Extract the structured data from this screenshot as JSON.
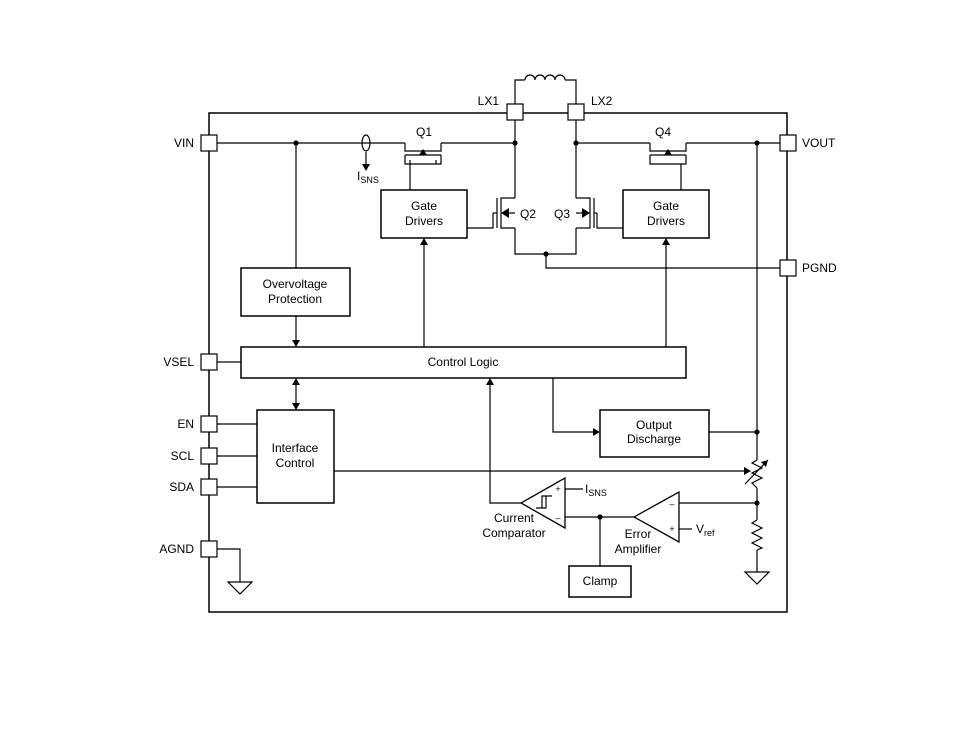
{
  "pins": {
    "vin": "VIN",
    "vsel": "VSEL",
    "en": "EN",
    "scl": "SCL",
    "sda": "SDA",
    "agnd": "AGND",
    "vout": "VOUT",
    "pgnd": "PGND",
    "lx1": "LX1",
    "lx2": "LX2"
  },
  "transistors": {
    "q1": "Q1",
    "q2": "Q2",
    "q3": "Q3",
    "q4": "Q4"
  },
  "blocks": {
    "gate_drivers_left": [
      "Gate",
      "Drivers"
    ],
    "gate_drivers_right": [
      "Gate",
      "Drivers"
    ],
    "overvoltage": [
      "Overvoltage",
      "Protection"
    ],
    "control_logic": "Control Logic",
    "interface_control": [
      "Interface",
      "Control"
    ],
    "output_discharge": [
      "Output",
      "Discharge"
    ],
    "clamp": "Clamp"
  },
  "labels": {
    "isns_top_main": "I",
    "isns_top_sub": "SNS",
    "isns_comp_main": "I",
    "isns_comp_sub": "SNS",
    "vref_main": "V",
    "vref_sub": "ref",
    "current_comparator": [
      "Current",
      "Comparator"
    ],
    "error_amplifier": [
      "Error",
      "Amplifier"
    ],
    "plus": "+",
    "minus": "–"
  }
}
